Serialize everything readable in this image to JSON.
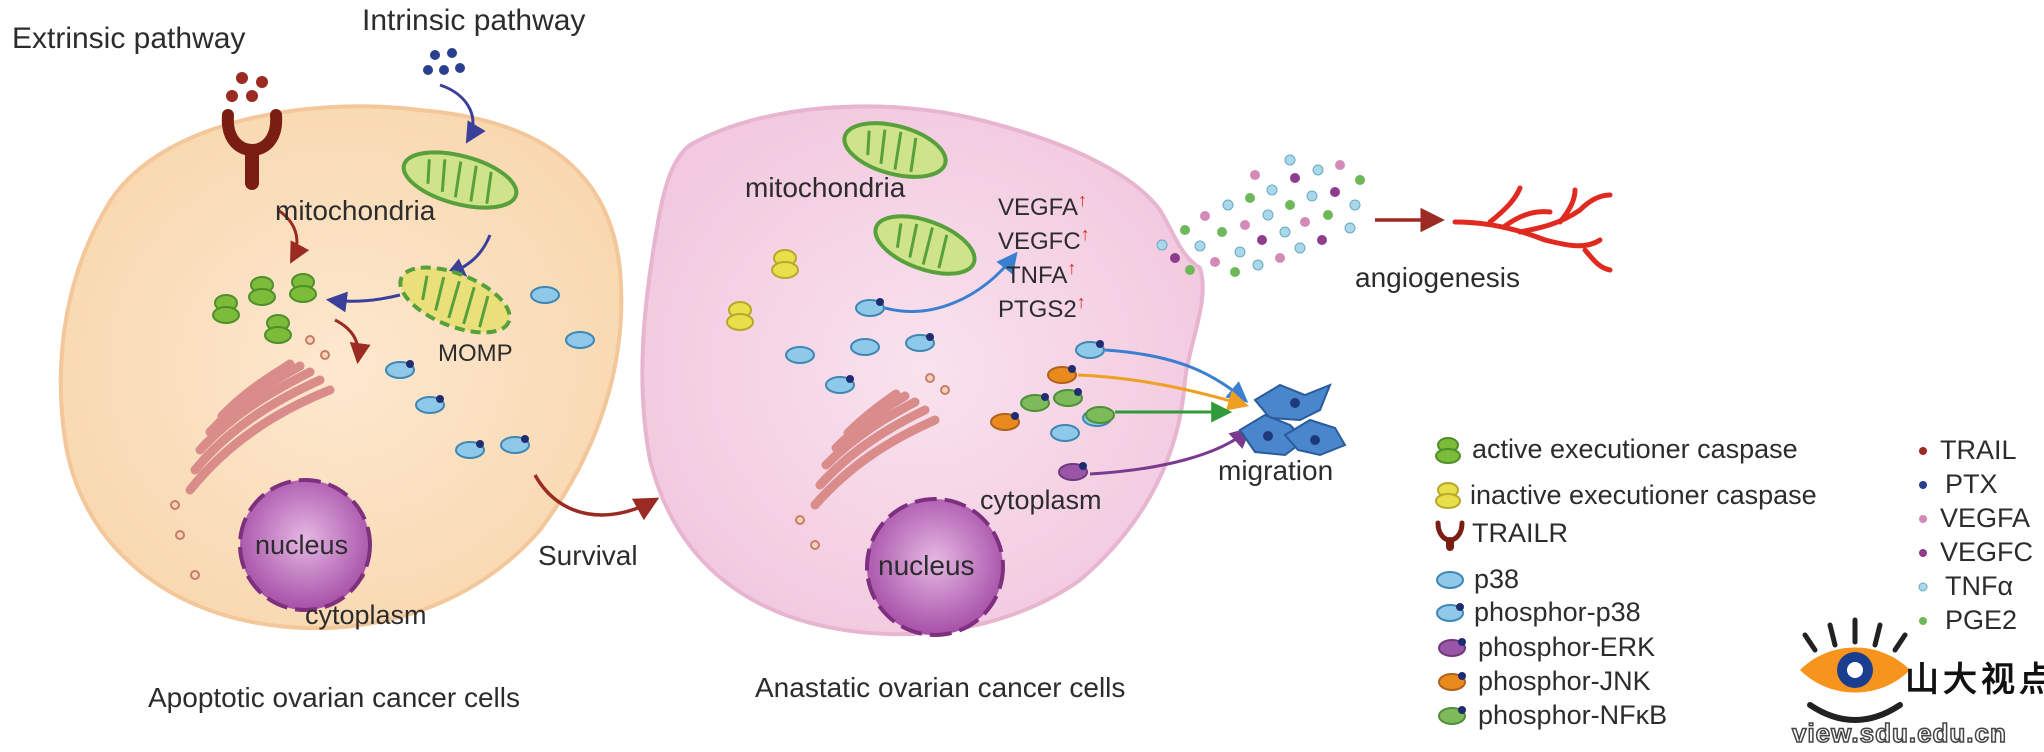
{
  "cell1": {
    "extrinsic": "Extrinsic pathway",
    "intrinsic": "Intrinsic pathway",
    "mitochondria": "mitochondria",
    "momp": "MOMP",
    "nucleus": "nucleus",
    "cytoplasm": "cytoplasm",
    "caption": "Apoptotic ovarian cancer cells"
  },
  "transition": "Survival",
  "cell2": {
    "mitochondria": "mitochondria",
    "genes": [
      "VEGFA",
      "VEGFC",
      "TNFA",
      "PTGS2"
    ],
    "gene_arrow": "↑",
    "cytoplasm": "cytoplasm",
    "nucleus": "nucleus",
    "caption": "Anastatic ovarian cancer cells"
  },
  "outcomes": {
    "angiogenesis": "angiogenesis",
    "migration": "migration"
  },
  "legend_left": [
    {
      "label": "active  executioner caspase",
      "icon": "caspase-active-icon",
      "color": "#7dbb3a"
    },
    {
      "label": "inactive  executioner caspase",
      "icon": "caspase-inactive-icon",
      "color": "#e8e04a"
    },
    {
      "label": "TRAILR",
      "icon": "trailr-receptor-icon",
      "color": "#7a1d12"
    },
    {
      "label": "p38",
      "icon": "p38-icon",
      "color": "#8ec9ea"
    },
    {
      "label": "phosphor-p38",
      "icon": "phosphor-p38-icon",
      "color": "#8ec9ea"
    },
    {
      "label": "phosphor-ERK",
      "icon": "phosphor-erk-icon",
      "color": "#9b55a8"
    },
    {
      "label": "phosphor-JNK",
      "icon": "phosphor-jnk-icon",
      "color": "#e98a1f"
    },
    {
      "label": "phosphor-NFκB",
      "icon": "phosphor-nfkb-icon",
      "color": "#7dbb5a"
    }
  ],
  "legend_right": [
    {
      "label": "TRAIL",
      "icon": "trail-dot-icon",
      "color": "#9b2a22"
    },
    {
      "label": "PTX",
      "icon": "ptx-dot-icon",
      "color": "#2a3f8f"
    },
    {
      "label": "VEGFA",
      "icon": "vegfa-dot-icon",
      "color": "#d48ab8"
    },
    {
      "label": "VEGFC",
      "icon": "vegfc-dot-icon",
      "color": "#8e3c8e"
    },
    {
      "label": "TNFα",
      "icon": "tnfa-dot-icon",
      "color": "#a8d8ea"
    },
    {
      "label": "PGE2",
      "icon": "pge2-dot-icon",
      "color": "#6fb85a"
    }
  ],
  "watermark": {
    "name": "山大视点",
    "url": "view.sdu.edu.cn",
    "logo": "eye-logo-icon"
  },
  "colors": {
    "cell1_fill": "#fbe0bf",
    "cell2_fill": "#f6d4e6",
    "mitochondria": "#cfe38a",
    "nucleus": "#b865b8",
    "golgi": "#e8a9a6",
    "arrow_red": "#9b2a22",
    "arrow_blue": "#3b3f9c"
  }
}
